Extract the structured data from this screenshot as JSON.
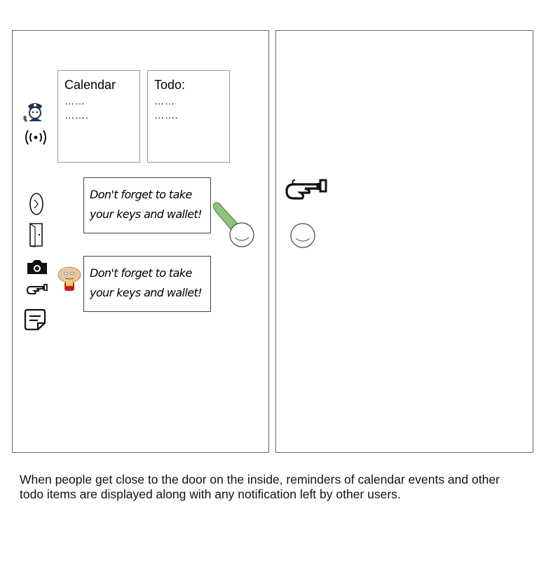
{
  "left_panel": {
    "calendar_card": {
      "title": "Calendar",
      "lines": [
        "……",
        "……."
      ]
    },
    "todo_card": {
      "title": "Todo:",
      "lines": [
        "……",
        "……."
      ]
    },
    "notes": [
      {
        "text": "Don't forget to take your keys and wallet!"
      },
      {
        "text": "Don't forget to take your keys and wallet!"
      }
    ],
    "icons": [
      "police-phone-icon",
      "wireless-signal-icon",
      "door-handle-icon",
      "door-icon",
      "camera-icon",
      "doorbell-hand-icon",
      "note-icon",
      "cartoon-avatar-icon"
    ]
  },
  "right_panel": {
    "icons": [
      "doorbell-hand-icon",
      "door-knob-icon"
    ]
  },
  "caption": "When people get close to the door on the inside, reminders of calendar events and other todo items are displayed along with any notification left by other users."
}
